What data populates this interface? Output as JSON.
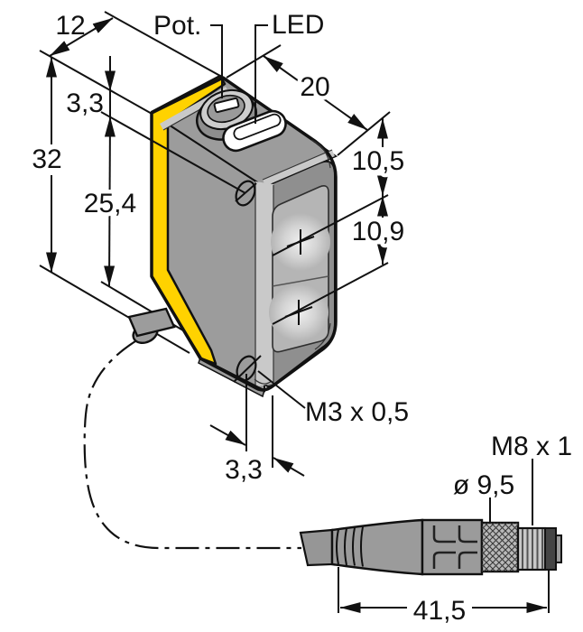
{
  "drawing": {
    "type": "technical-dimension-drawing",
    "units": "mm",
    "labels": {
      "pot": "Pot.",
      "led": "LED",
      "mounting_thread": "M3 x 0,5",
      "connector_thread": "M8 x 1",
      "connector_diameter": "ø 9,5"
    },
    "dimensions": {
      "housing_depth": "12",
      "housing_width": "20",
      "housing_height": "32",
      "hole_top_offset": "3,3",
      "hole_spacing": "25,4",
      "lens_top_offset": "10,5",
      "lens_spacing": "10,9",
      "hole_front_offset": "3,3",
      "connector_length": "41,5"
    },
    "colors": {
      "accent_yellow": "#FFD200",
      "body_gray": "#9c9c9c",
      "face_gray": "#8f8f8f",
      "line": "#111111"
    }
  }
}
